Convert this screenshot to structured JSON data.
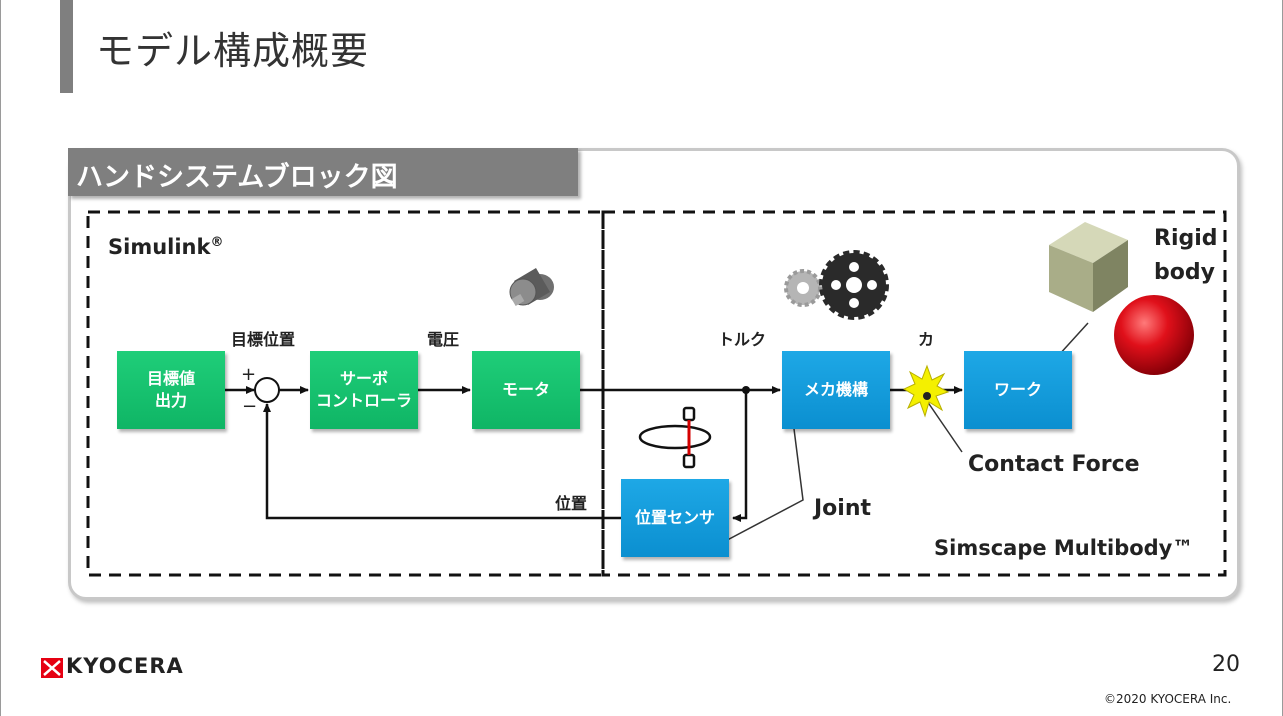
{
  "slide": {
    "title": "モデル構成概要",
    "page_number": "20",
    "copyright": "©2020 KYOCERA Inc.",
    "logo_text": "KYOCERA"
  },
  "panel": {
    "header": "ハンドシステムブロック図"
  },
  "regions": {
    "simulink": "Simulink",
    "simulink_reg": "®",
    "simscape": "Simscape Multibody™"
  },
  "blocks": {
    "target_output": "目標値\n出力",
    "servo": "サーボ\nコントローラ",
    "motor": "モータ",
    "mechanism": "メカ機構",
    "work": "ワーク",
    "position_sensor": "位置センサ"
  },
  "signals": {
    "target_position": "目標位置",
    "voltage": "電圧",
    "torque": "トルク",
    "force": "カ",
    "position": "位置",
    "plus": "+",
    "minus": "−"
  },
  "callouts": {
    "rigid_body": "Rigid\nbody",
    "contact_force": "Contact Force",
    "joint": "Joint"
  },
  "colors": {
    "green_block": "#12bf6d",
    "blue_block": "#1499d8",
    "header_gray": "#7f7f7f",
    "cube": "#a9ad88",
    "sphere": "#e0101a",
    "spark": "#f4f000",
    "logo_red": "#e60012"
  }
}
